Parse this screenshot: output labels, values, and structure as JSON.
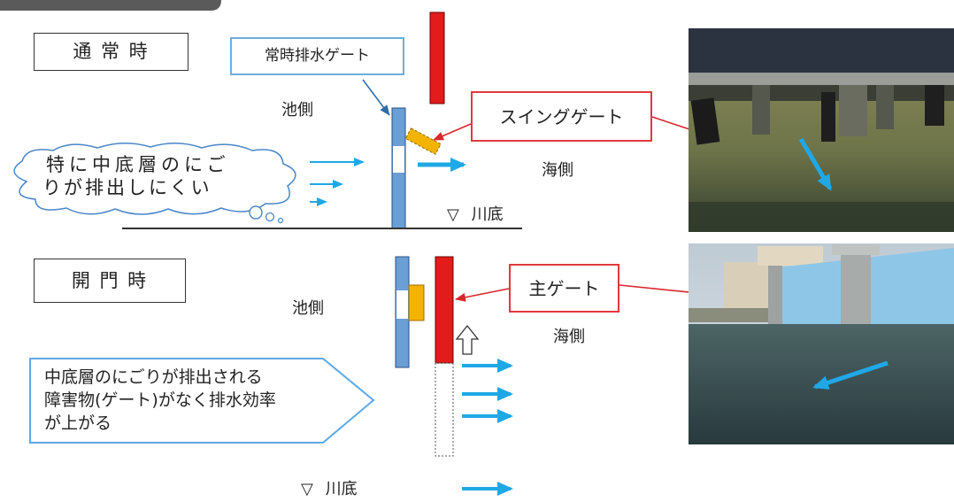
{
  "normal": {
    "title": "通 常 時",
    "drain_gate_label": "常時排水ゲート",
    "pond_side": "池側",
    "sea_side": "海側",
    "swing_gate_label": "スイングゲート",
    "cloud_text": [
      "特に中底層のにご",
      "りが排出しにくい"
    ],
    "riverbed": "▽ 川底"
  },
  "open": {
    "title": "開 門 時",
    "main_gate_label": "主ゲート",
    "pond_side": "池側",
    "sea_side": "海側",
    "callout_text": [
      "中底層のにごりが排出される",
      "障害物(ゲート)がなく排水効率",
      "が上がる"
    ],
    "riverbed": "▽ 川底"
  },
  "colors": {
    "gate_blue": "#6a9fd6",
    "main_gate_red": "#e21b1b",
    "swing_gate_yellow": "#f2b400",
    "flow_arrow": "#1fa8e6",
    "label_border_red": "#e0393e",
    "label_border_blue": "#6aaee0"
  }
}
